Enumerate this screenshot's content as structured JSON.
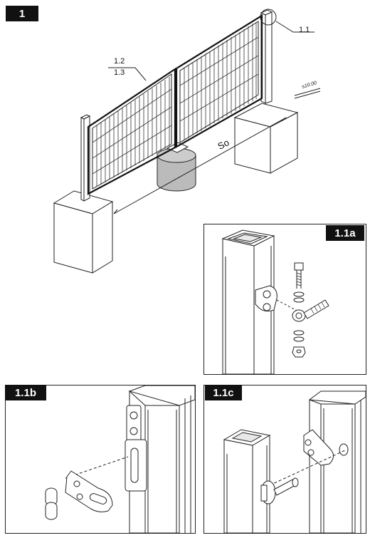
{
  "figure": {
    "main_step": "1",
    "callout_post_cap": "1.1",
    "callout_panel_top": "1.2",
    "callout_panel_bottom": "1.3",
    "dimension_label": "So",
    "gap_label": "≤10.00"
  },
  "details": [
    {
      "label": "1.1a"
    },
    {
      "label": "1.1b"
    },
    {
      "label": "1.1c"
    }
  ],
  "colors": {
    "ink": "#111111",
    "tag_bg": "#111111",
    "concrete_shade": "#bbbbbb"
  }
}
